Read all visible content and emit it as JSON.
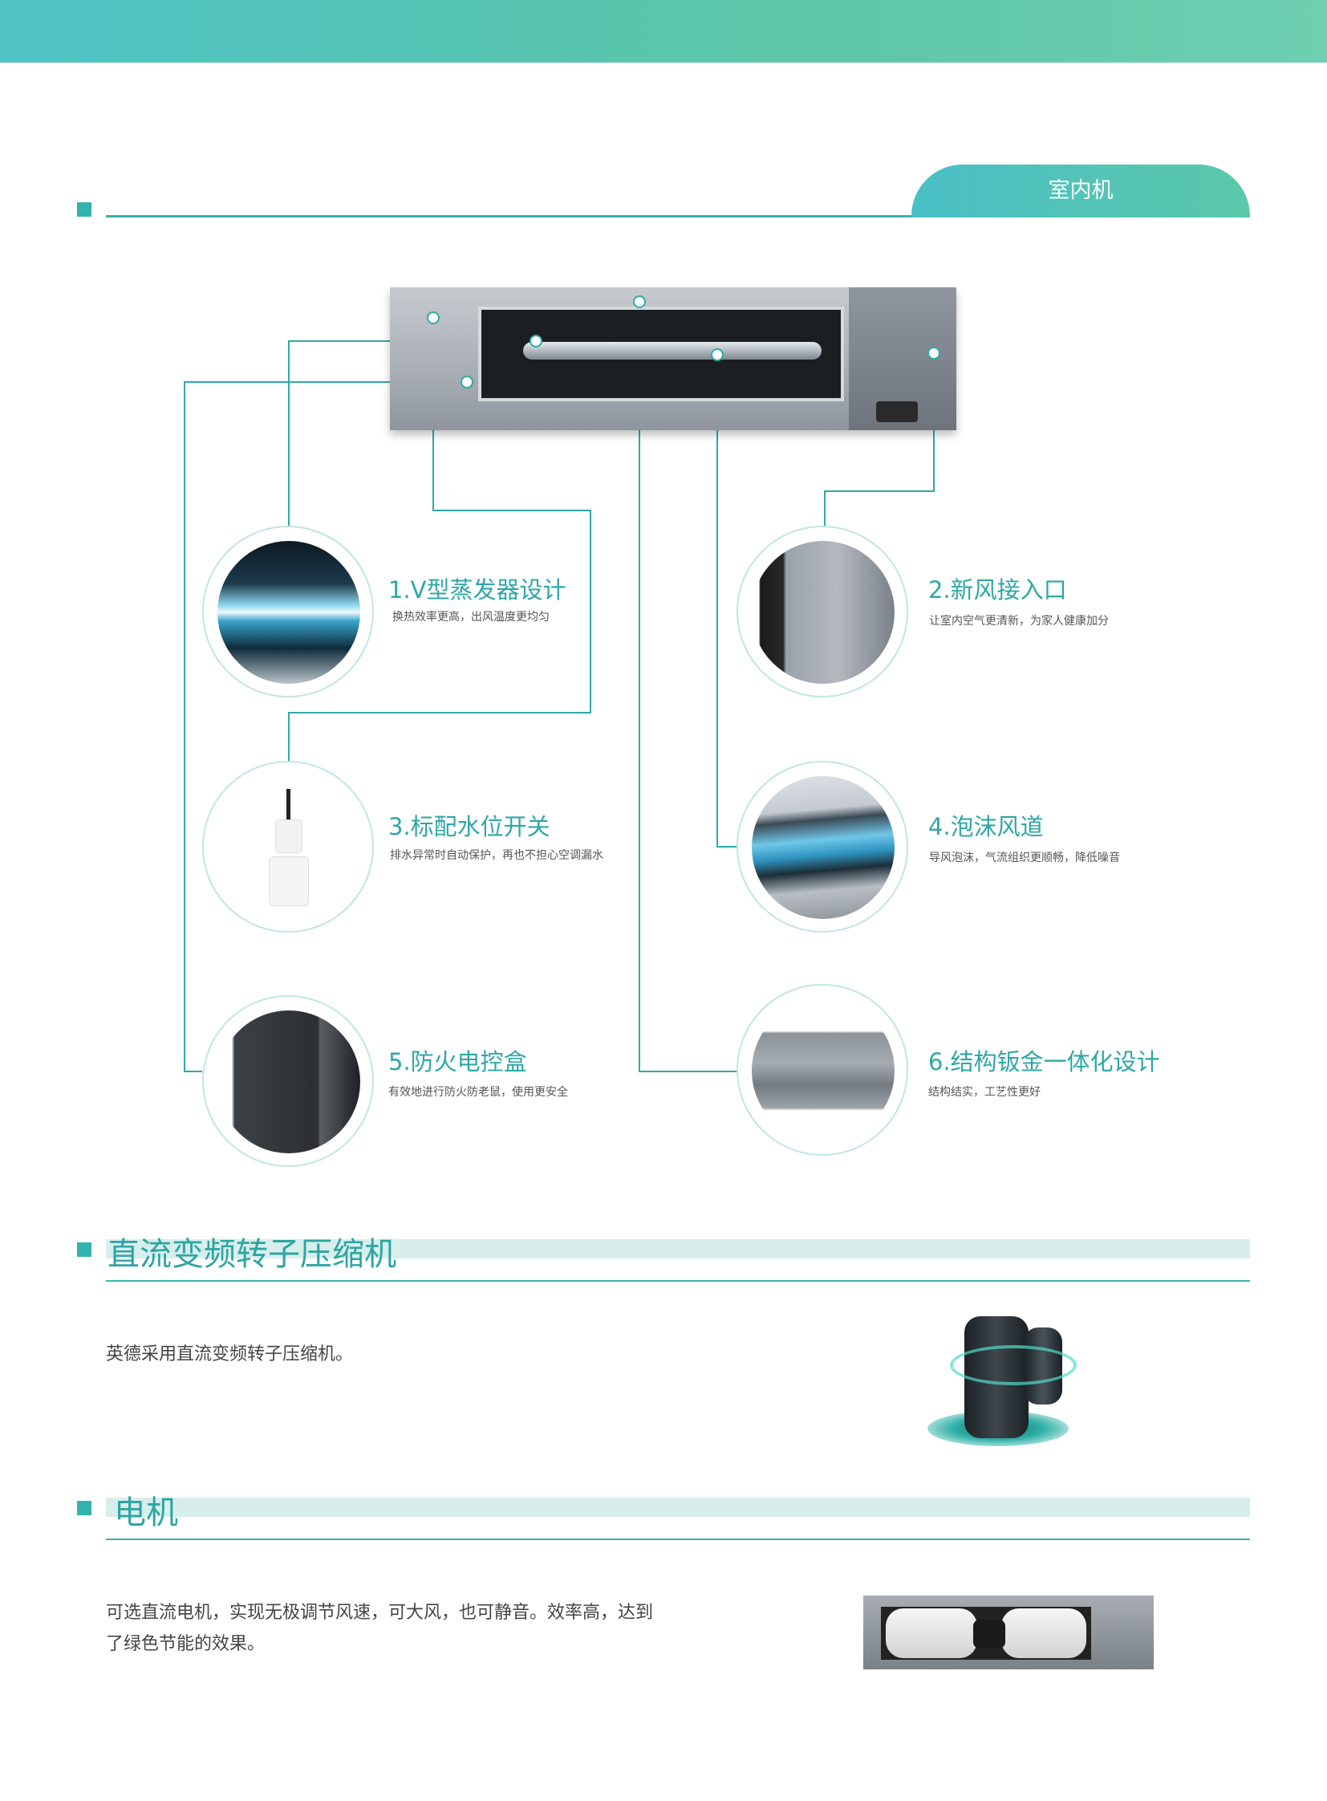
{
  "header": {
    "tab_label": "室内机"
  },
  "features": [
    {
      "title": "1.V型蒸发器设计",
      "desc": "换热效率更高，出风温度更均匀",
      "image": "evaporator-closeup"
    },
    {
      "title": "2.新风接入口",
      "desc": "让室内空气更清新，为家人健康加分",
      "image": "fresh-air-inlet-closeup"
    },
    {
      "title": "3.标配水位开关",
      "desc": "排水异常时自动保护，再也不担心空调漏水",
      "image": "water-level-switch"
    },
    {
      "title": "4.泡沫风道",
      "desc": "导风泡沫，气流组织更顺畅，降低噪音",
      "image": "foam-duct-closeup"
    },
    {
      "title": "5.防火电控盒",
      "desc": "有效地进行防火防老鼠，使用更安全",
      "image": "fireproof-control-box"
    },
    {
      "title": "6.结构钣金一体化设计",
      "desc": "结构结实，工艺性更好",
      "image": "sheet-metal-structure"
    }
  ],
  "compressor": {
    "title": "直流变频转子压缩机",
    "text": "英德采用直流变频转子压缩机。"
  },
  "motor": {
    "title": "电机",
    "text_line1": "可选直流电机，实现无极调节风速，可大风，也可静音。效率高，达到",
    "text_line2": "了绿色节能的效果。"
  },
  "colors": {
    "accent": "#2ea7a5",
    "band": "#5cc6a6",
    "light_bar": "#d8eeec"
  }
}
